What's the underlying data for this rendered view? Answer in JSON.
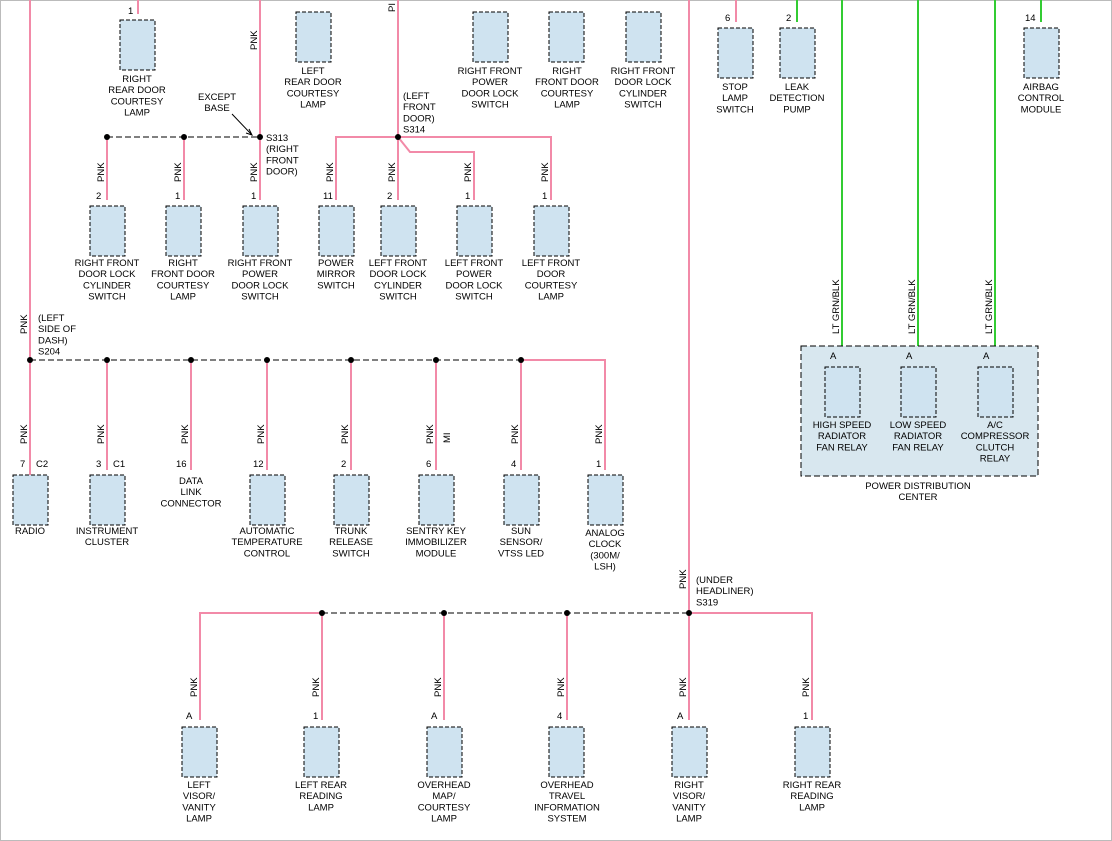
{
  "diagram": {
    "colors": {
      "pink_wire": "#f28aa8",
      "green_wire": "#33cc33",
      "connector_fill": "#cfe3f0",
      "pdc_fill": "#d8e7ef"
    },
    "wire_colors": {
      "pnk": "PNK",
      "pnk_truncated": "PI",
      "mi": "MI",
      "lt_grn_blk": "LT GRN/BLK"
    },
    "splices": {
      "s313": [
        "S313",
        "(RIGHT",
        "FRONT",
        "DOOR)"
      ],
      "s314": [
        "(LEFT",
        "FRONT",
        "DOOR)",
        "S314"
      ],
      "s204": [
        "(LEFT",
        "SIDE OF",
        "DASH)",
        "S204"
      ],
      "s319": [
        "(UNDER",
        "HEADLINER)",
        "S319"
      ]
    },
    "except_base": [
      "EXCEPT",
      "BASE"
    ],
    "pdc_label": [
      "POWER DISTRIBUTION",
      "CENTER"
    ],
    "components": {
      "right_rear_door_courtesy_lamp": {
        "pin": "1",
        "label": [
          "RIGHT",
          "REAR DOOR",
          "COURTESY",
          "LAMP"
        ]
      },
      "left_rear_door_courtesy_lamp": {
        "pin": "",
        "label": [
          "LEFT",
          "REAR DOOR",
          "COURTESY",
          "LAMP"
        ]
      },
      "right_front_power_door_lock_switch_top": {
        "pin": "",
        "label": [
          "RIGHT FRONT",
          "POWER",
          "DOOR LOCK",
          "SWITCH"
        ]
      },
      "right_front_door_courtesy_lamp_top": {
        "pin": "",
        "label": [
          "RIGHT",
          "FRONT DOOR",
          "COURTESY",
          "LAMP"
        ]
      },
      "right_front_door_lock_cylinder_switch_top": {
        "pin": "",
        "label": [
          "RIGHT FRONT",
          "DOOR LOCK",
          "CYLINDER",
          "SWITCH"
        ]
      },
      "stop_lamp_switch": {
        "pin": "6",
        "label": [
          "STOP",
          "LAMP",
          "SWITCH"
        ]
      },
      "leak_detection_pump": {
        "pin": "2",
        "label": [
          "LEAK",
          "DETECTION",
          "PUMP"
        ]
      },
      "airbag_control_module": {
        "pin": "14",
        "label": [
          "AIRBAG",
          "CONTROL",
          "MODULE"
        ]
      },
      "right_front_door_lock_cylinder_switch": {
        "pin": "2",
        "label": [
          "RIGHT FRONT",
          "DOOR LOCK",
          "CYLINDER",
          "SWITCH"
        ]
      },
      "right_front_door_courtesy_lamp": {
        "pin": "1",
        "label": [
          "RIGHT",
          "FRONT DOOR",
          "COURTESY",
          "LAMP"
        ]
      },
      "right_front_power_door_lock_switch": {
        "pin": "1",
        "label": [
          "RIGHT FRONT",
          "POWER",
          "DOOR LOCK",
          "SWITCH"
        ]
      },
      "power_mirror_switch": {
        "pin": "11",
        "label": [
          "POWER",
          "MIRROR",
          "SWITCH"
        ]
      },
      "left_front_door_lock_cylinder_switch": {
        "pin": "2",
        "label": [
          "LEFT FRONT",
          "DOOR LOCK",
          "CYLINDER",
          "SWITCH"
        ]
      },
      "left_front_power_door_lock_switch": {
        "pin": "1",
        "label": [
          "LEFT FRONT",
          "POWER",
          "DOOR LOCK",
          "SWITCH"
        ]
      },
      "left_front_door_courtesy_lamp": {
        "pin": "1",
        "label": [
          "LEFT FRONT",
          "DOOR",
          "COURTESY",
          "LAMP"
        ]
      },
      "radio": {
        "pin": "7",
        "conn": "C2",
        "label": [
          "RADIO"
        ]
      },
      "instrument_cluster": {
        "pin": "3",
        "conn": "C1",
        "label": [
          "INSTRUMENT",
          "CLUSTER"
        ]
      },
      "data_link_connector": {
        "pin": "16",
        "label": [
          "DATA",
          "LINK",
          "CONNECTOR"
        ]
      },
      "automatic_temperature_control": {
        "pin": "12",
        "label": [
          "AUTOMATIC",
          "TEMPERATURE",
          "CONTROL"
        ]
      },
      "trunk_release_switch": {
        "pin": "2",
        "label": [
          "TRUNK",
          "RELEASE",
          "SWITCH"
        ]
      },
      "sentry_key_immobilizer_module": {
        "pin": "6",
        "label": [
          "SENTRY KEY",
          "IMMOBILIZER",
          "MODULE"
        ]
      },
      "sun_sensor_vtss_led": {
        "pin": "4",
        "label": [
          "SUN",
          "SENSOR/",
          "VTSS LED"
        ]
      },
      "analog_clock": {
        "pin": "1",
        "label": [
          "ANALOG",
          "CLOCK",
          "(300M/",
          "LSH)"
        ]
      },
      "high_speed_radiator_fan_relay": {
        "pin": "A",
        "label": [
          "HIGH SPEED",
          "RADIATOR",
          "FAN RELAY"
        ]
      },
      "low_speed_radiator_fan_relay": {
        "pin": "A",
        "label": [
          "LOW SPEED",
          "RADIATOR",
          "FAN RELAY"
        ]
      },
      "ac_compressor_clutch_relay": {
        "pin": "A",
        "label": [
          "A/C",
          "COMPRESSOR",
          "CLUTCH",
          "RELAY"
        ]
      },
      "left_visor_vanity_lamp": {
        "pin": "A",
        "label": [
          "LEFT",
          "VISOR/",
          "VANITY",
          "LAMP"
        ]
      },
      "left_rear_reading_lamp": {
        "pin": "1",
        "label": [
          "LEFT REAR",
          "READING",
          "LAMP"
        ]
      },
      "overhead_map_courtesy_lamp": {
        "pin": "A",
        "label": [
          "OVERHEAD",
          "MAP/",
          "COURTESY",
          "LAMP"
        ]
      },
      "overhead_travel_information_system": {
        "pin": "4",
        "label": [
          "OVERHEAD",
          "TRAVEL",
          "INFORMATION",
          "SYSTEM"
        ]
      },
      "right_visor_vanity_lamp": {
        "pin": "A",
        "label": [
          "RIGHT",
          "VISOR/",
          "VANITY",
          "LAMP"
        ]
      },
      "right_rear_reading_lamp": {
        "pin": "1",
        "label": [
          "RIGHT REAR",
          "READING",
          "LAMP"
        ]
      }
    }
  }
}
